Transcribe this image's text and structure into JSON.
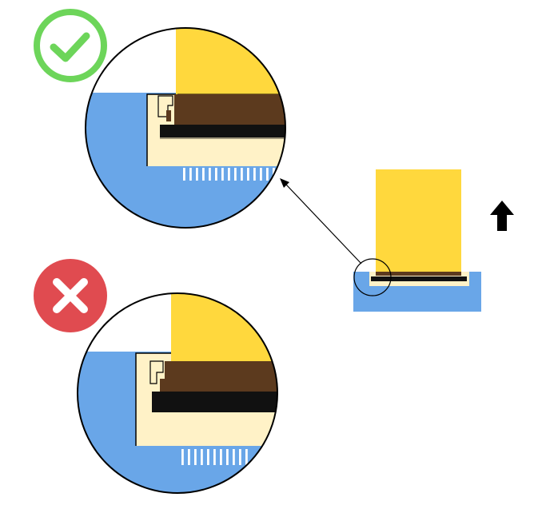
{
  "diagram": {
    "panels": [
      {
        "id": "correct",
        "status": "correct",
        "badge_icon": "check-icon",
        "badge_color": "#6DD55A"
      },
      {
        "id": "incorrect",
        "status": "incorrect",
        "badge_icon": "cross-icon",
        "badge_color": "#E04B50"
      }
    ],
    "direction_icon": "arrow-up-icon",
    "colors": {
      "cable": "#FFD83D",
      "board": "#69A6E8",
      "connector": "#FFF2C7",
      "actuator": "#5C3A1E",
      "contact": "#111111",
      "pins": "#FFFFFF",
      "outline": "#000000"
    }
  }
}
